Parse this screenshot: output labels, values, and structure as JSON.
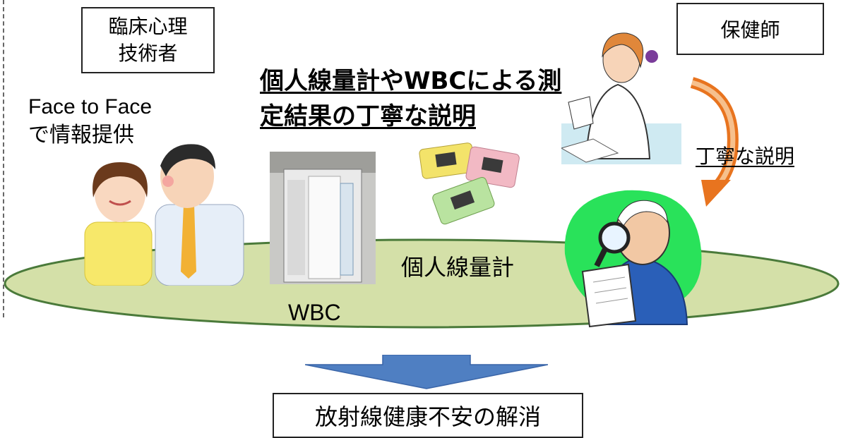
{
  "boxes": {
    "psychologist": [
      "臨床心理",
      "技術者"
    ],
    "nurse": "保健師",
    "result": "放射線健康不安の解消"
  },
  "title_lines": [
    "個人線量計やWBCによる測",
    "定結果の丁寧な説明"
  ],
  "face_to_face": [
    "Face to Face",
    "で情報提供"
  ],
  "labels": {
    "wbc": "WBC",
    "dosimeter": "個人線量計",
    "careful_explanation": "丁寧な説明"
  },
  "colors": {
    "ellipse_fill": "#d4e0a8",
    "ellipse_stroke": "#4a7a3a",
    "down_arrow": "#4f7fc2",
    "curved_arrow": "#e8741f"
  }
}
